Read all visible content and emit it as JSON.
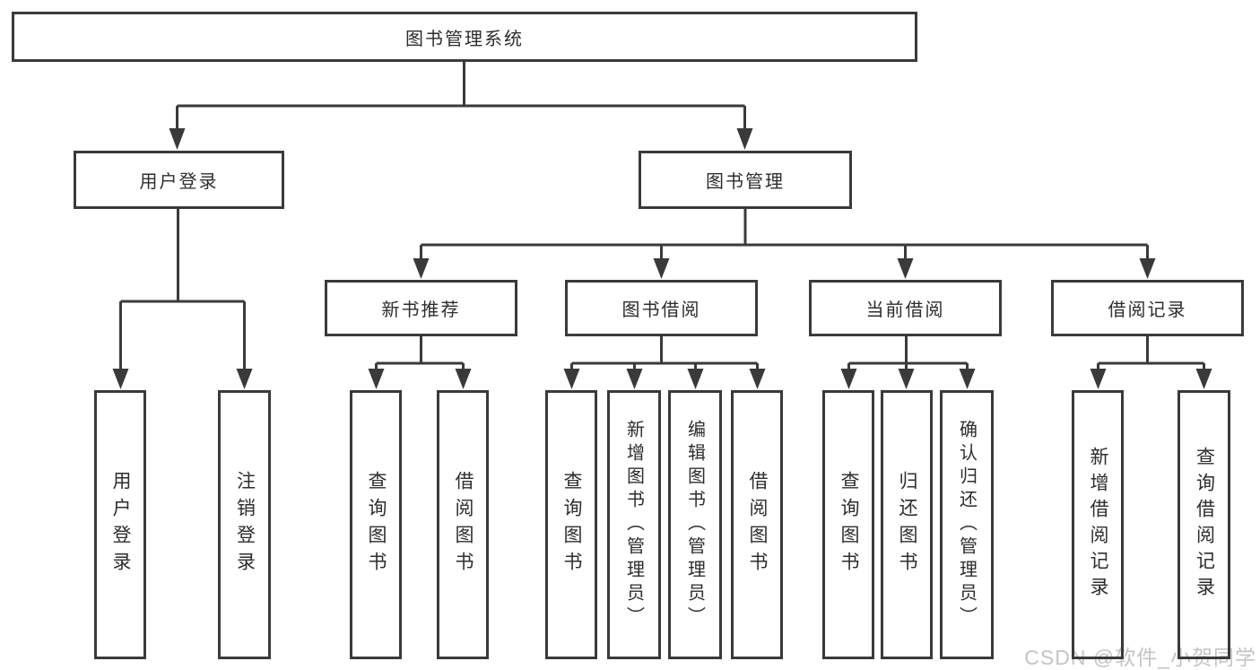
{
  "diagram": {
    "tree": {
      "label": "图书管理系统",
      "children": [
        {
          "label": "用户登录",
          "children": [
            {
              "label": "用户登录"
            },
            {
              "label": "注销登录"
            }
          ]
        },
        {
          "label": "图书管理",
          "children": [
            {
              "label": "新书推荐",
              "children": [
                {
                  "label": "查询图书"
                },
                {
                  "label": "借阅图书"
                }
              ]
            },
            {
              "label": "图书借阅",
              "children": [
                {
                  "label": "查询图书"
                },
                {
                  "label": "新增图书（管理员）"
                },
                {
                  "label": "编辑图书（管理员）"
                },
                {
                  "label": "借阅图书"
                }
              ]
            },
            {
              "label": "当前借阅",
              "children": [
                {
                  "label": "查询图书"
                },
                {
                  "label": "归还图书"
                },
                {
                  "label": "确认归还（管理员）"
                }
              ]
            },
            {
              "label": "借阅记录",
              "children": [
                {
                  "label": "新增借阅记录"
                },
                {
                  "label": "查询借阅记录"
                }
              ]
            }
          ]
        }
      ]
    },
    "colors": {
      "line": "#3a3a3a",
      "text": "#2d2d2d",
      "background": "#ffffff",
      "watermark_color": "#c4c4c4"
    }
  },
  "watermark": "CSDN @软件_小贺同学"
}
